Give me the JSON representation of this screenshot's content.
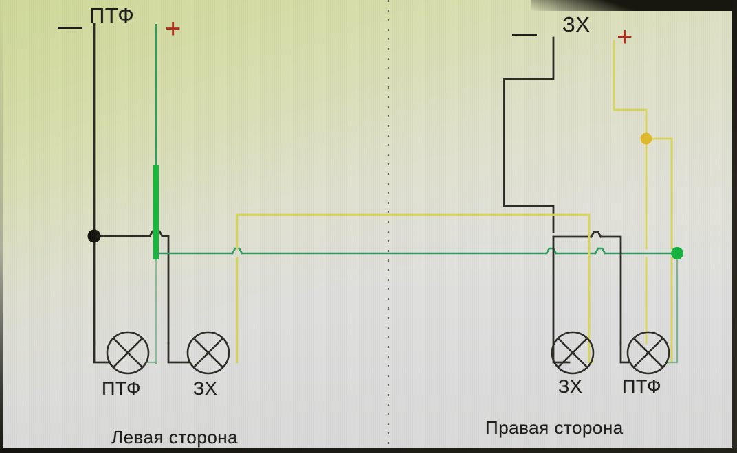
{
  "diagram": {
    "title_left": "Левая сторона",
    "title_right": "Правая сторона",
    "colors": {
      "wire_black": "#2e2c26",
      "wire_green": "#2f9e62",
      "wire_green_bright": "#13b93a",
      "wire_yellow": "#d9d45a",
      "node_black": "#15140f",
      "node_green": "#14b23c",
      "node_yellow": "#e0b92a",
      "sign_plus": "#b42a1c",
      "sign_minus": "#1c1c1a",
      "background": "#dfe2c2"
    },
    "left_side": {
      "terminal_label": "ПТФ",
      "minus_sign": "—",
      "plus_sign": "+",
      "lamps": [
        {
          "label": "ПТФ"
        },
        {
          "label": "ЗХ"
        }
      ]
    },
    "right_side": {
      "terminal_label": "ЗХ",
      "minus_sign": "—",
      "plus_sign": "+",
      "lamps": [
        {
          "label": "ЗХ"
        },
        {
          "label": "ПТФ"
        }
      ]
    },
    "center_divider": "dashed-vertical-line",
    "junctions": [
      {
        "name": "left-black-node",
        "color": "#15140f"
      },
      {
        "name": "right-green-node",
        "color": "#14b23c"
      },
      {
        "name": "right-yellow-node",
        "color": "#e0b92a"
      }
    ]
  }
}
